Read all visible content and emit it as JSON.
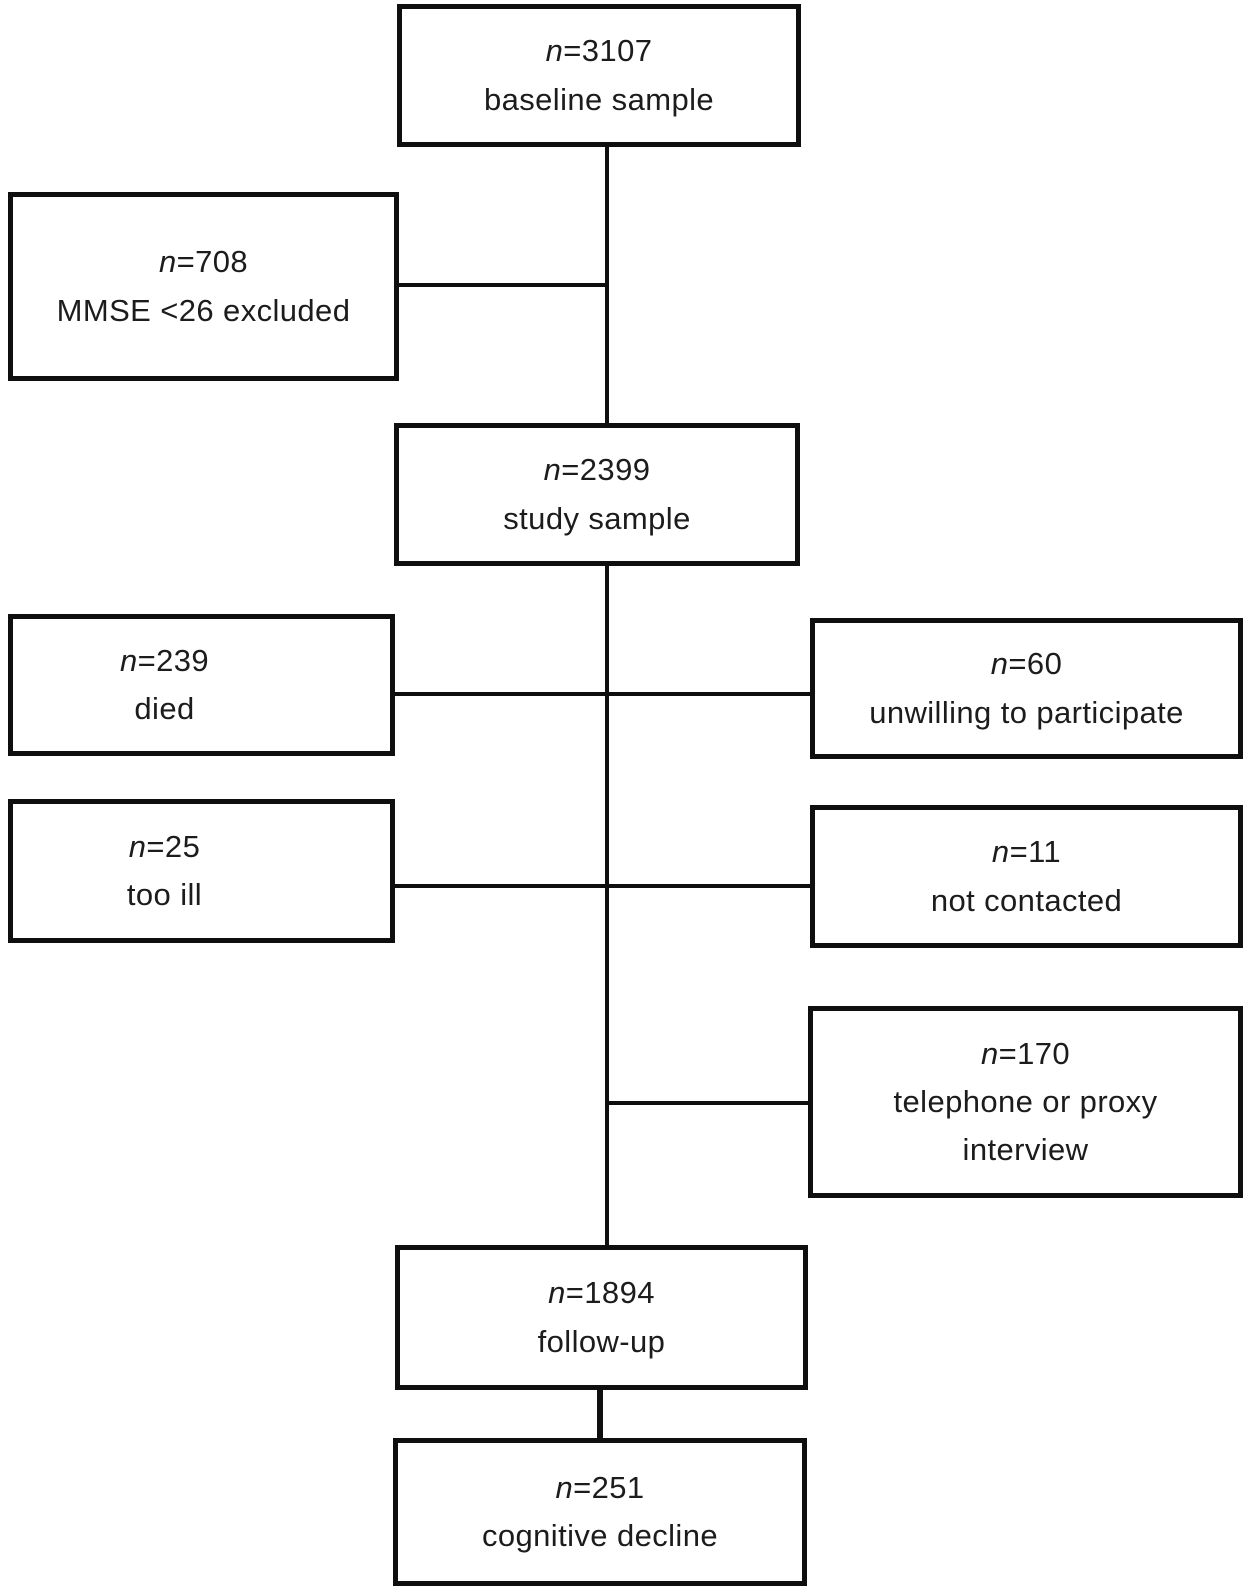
{
  "figure": {
    "type": "flowchart",
    "background_color": "#ffffff",
    "line_color": "#0f0f0f",
    "nodes": {
      "baseline": {
        "n": "n=3107",
        "label": "baseline sample"
      },
      "mmse_excluded": {
        "n": "n=708",
        "label": "MMSE <26 excluded"
      },
      "study_sample": {
        "n": "n=2399",
        "label": "study sample"
      },
      "died": {
        "n": "n=239",
        "label": "died"
      },
      "unwilling": {
        "n": "n=60",
        "label": "unwilling to participate"
      },
      "too_ill": {
        "n": "n=25",
        "label": "too ill"
      },
      "not_contacted": {
        "n": "n=11",
        "label": "not contacted"
      },
      "telephone_proxy": {
        "n": "n=170",
        "label": "telephone or proxy interview"
      },
      "follow_up": {
        "n": "n=1894",
        "label": "follow-up"
      },
      "cognitive_decline": {
        "n": "n=251",
        "label": "cognitive decline"
      }
    },
    "edges": [
      {
        "from": "baseline",
        "to": "study_sample"
      },
      {
        "from": "baseline_study_spine",
        "to": "mmse_excluded"
      },
      {
        "from": "study_sample",
        "to": "follow_up"
      },
      {
        "from": "study_follow_spine",
        "to": "died"
      },
      {
        "from": "study_follow_spine",
        "to": "unwilling"
      },
      {
        "from": "study_follow_spine",
        "to": "too_ill"
      },
      {
        "from": "study_follow_spine",
        "to": "not_contacted"
      },
      {
        "from": "study_follow_spine",
        "to": "telephone_proxy"
      },
      {
        "from": "follow_up",
        "to": "cognitive_decline"
      }
    ]
  }
}
